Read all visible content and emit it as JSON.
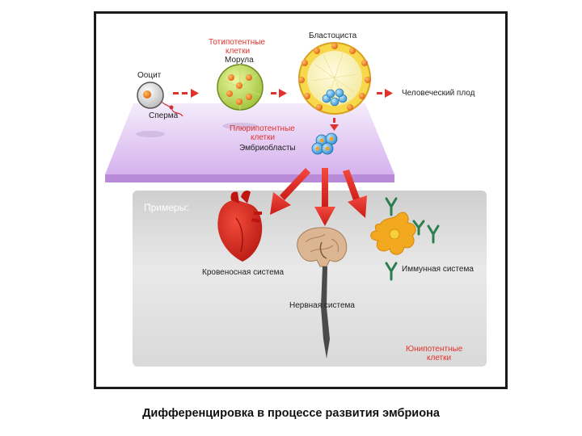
{
  "labels": {
    "oocyte": "Ооцит",
    "sperm": "Сперма",
    "totipotent": [
      "Тотипотентные",
      "клетки"
    ],
    "morula": "Морула",
    "blastocyst": "Бластоциста",
    "human_fetus": "Человеческий плод",
    "pluripotent": [
      "Плюрипотентные",
      "клетки"
    ],
    "embryoblasts": "Эмбриобласты",
    "examples": "Примеры:",
    "circulatory": "Кровеносная система",
    "nervous": "Нервная система",
    "immune": "Иммунная система",
    "unipotent": [
      "Юнипотентные",
      "клетки"
    ]
  },
  "caption": "Дифференцировка в процессе развития эмбриона",
  "colors": {
    "accent_red": "#e0322b",
    "platform": "#d9b8f0",
    "panel": "#d6d6d6",
    "heart": "#d8231c",
    "brain": "#d9b28e",
    "immune_cell": "#f2a81f",
    "antibody": "#2e7d4f",
    "cell_yellow": "#f3e44d",
    "cell_orange": "#f28a1a"
  }
}
